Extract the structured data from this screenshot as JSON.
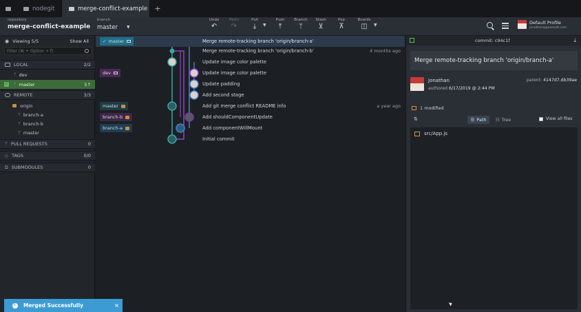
{
  "tabs": [
    {
      "label": "nodegit",
      "active": false
    },
    {
      "label": "merge-conflict-example",
      "active": true
    }
  ],
  "toolbar": {
    "repo_label": "repository",
    "repo_name": "merge-conflict-example",
    "branch_label": "branch",
    "branch_name": "master",
    "undo": "Undo",
    "redo": "Redo",
    "pull": "Pull",
    "push": "Push",
    "branch": "Branch",
    "stash": "Stash",
    "pop": "Pop",
    "boards": "Boards",
    "profile_name": "Default Profile",
    "profile_email": "jonathans@axosoft.com"
  },
  "left": {
    "viewing": "Viewing 5/5",
    "show_all": "Show All",
    "filter_placeholder": "Filter (⌘ + Option + f)",
    "local": {
      "label": "LOCAL",
      "count": "2/2"
    },
    "local_branches": [
      {
        "name": "dev",
        "count": ""
      },
      {
        "name": "master",
        "count": "5↑"
      }
    ],
    "remote": {
      "label": "REMOTE",
      "count": "3/3"
    },
    "remote_name": "origin",
    "remote_branches": [
      "branch-a",
      "branch-b",
      "master"
    ],
    "pull_requests": {
      "label": "PULL REQUESTS",
      "count": "0"
    },
    "tags": {
      "label": "TAGS",
      "count": "0/0"
    },
    "submodules": {
      "label": "SUBMODULES",
      "count": "0"
    }
  },
  "toast": {
    "message": "Merged Successfully",
    "close": "×"
  },
  "graph": {
    "rows": [
      {
        "tag": "master",
        "message": "Merge remote-tracking branch 'origin/branch-a'",
        "time": ""
      },
      {
        "tag": "",
        "message": "Merge remote-tracking branch 'origin/branch-b'",
        "time": "4 months ago"
      },
      {
        "tag": "",
        "message": "Update image color palette",
        "time": ""
      },
      {
        "tag": "dev",
        "message": "Update image color palette",
        "time": ""
      },
      {
        "tag": "",
        "message": "Update padding",
        "time": ""
      },
      {
        "tag": "",
        "message": "Add second stage",
        "time": ""
      },
      {
        "tag": "master",
        "message": "Add git merge conflict README info",
        "time": "a year ago"
      },
      {
        "tag": "branch-b",
        "message": "Add shouldComponentUpdate",
        "time": ""
      },
      {
        "tag": "branch-a",
        "message": "Add componentWillMount",
        "time": ""
      },
      {
        "tag": "",
        "message": "Initial commit",
        "time": ""
      }
    ]
  },
  "detail": {
    "commit_label": "commit: c94c1f",
    "summary": "Merge remote-tracking branch 'origin/branch-a'",
    "author": "Jonathan",
    "authored_prefix": "authored",
    "authored_date": "6/17/2019 @ 2:44 PM",
    "parent_prefix": "parent:",
    "parent_sha": "4147d7.db39ae",
    "modified": "1 modified",
    "path_label": "Path",
    "tree_label": "Tree",
    "view_all": "View all files",
    "files": [
      "src/App.js"
    ]
  },
  "colors": {
    "accent_blue": "#3d9bd3",
    "active_branch": "#3e6b3a",
    "selected_row": "#2c3a4c",
    "lane_teal": "#3aa6a0",
    "lane_purple": "#9a3fd0",
    "lane_blue": "#4a7fd0"
  }
}
